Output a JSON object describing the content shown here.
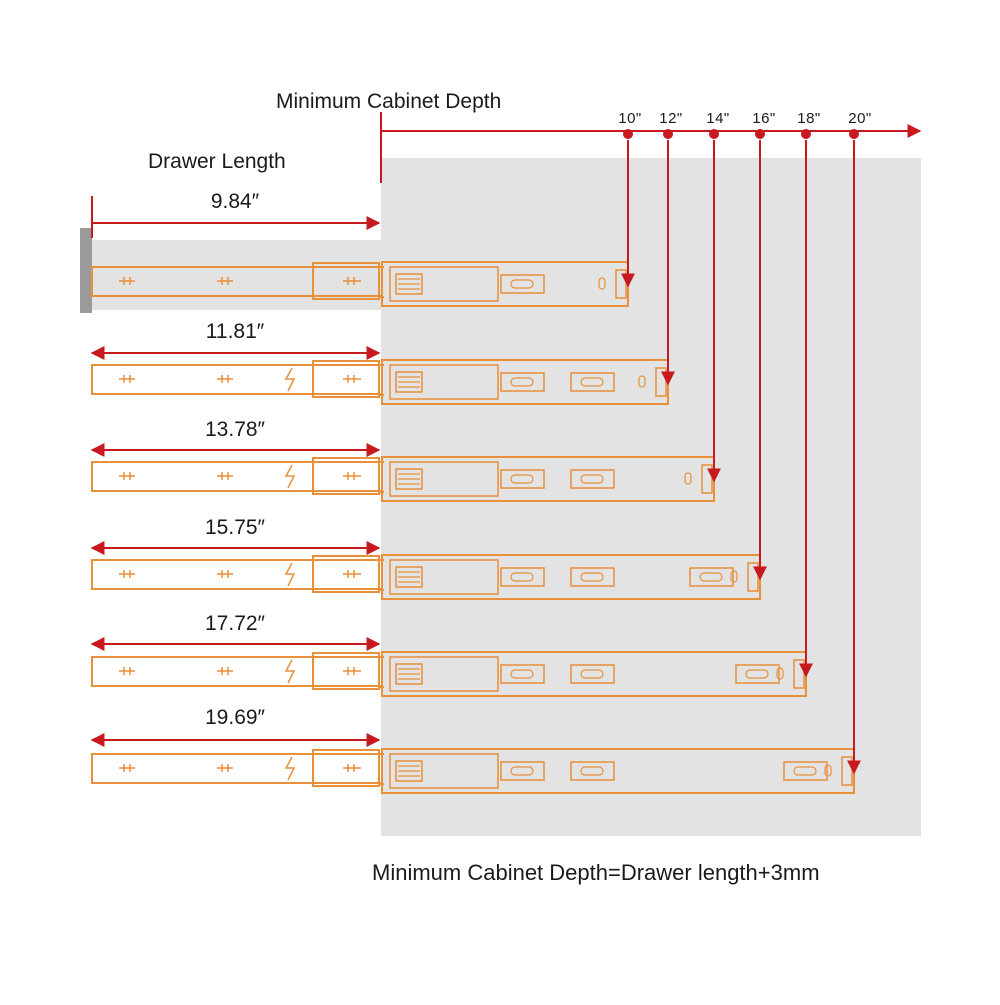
{
  "header": {
    "min_cabinet_depth": "Minimum Cabinet Depth",
    "drawer_length": "Drawer Length"
  },
  "sizes": [
    "10\"",
    "12\"",
    "14\"",
    "16\"",
    "18\"",
    "20\""
  ],
  "lengths": [
    "9.84″",
    "11.81″",
    "13.78″",
    "15.75″",
    "17.72″",
    "19.69″"
  ],
  "formula": "Minimum Cabinet Depth=Drawer length+3mm",
  "colors": {
    "slide": "#e8903a",
    "arrow": "#c8191e",
    "cabinet": "#e3e3e3",
    "panel": "#9a9a9a"
  }
}
